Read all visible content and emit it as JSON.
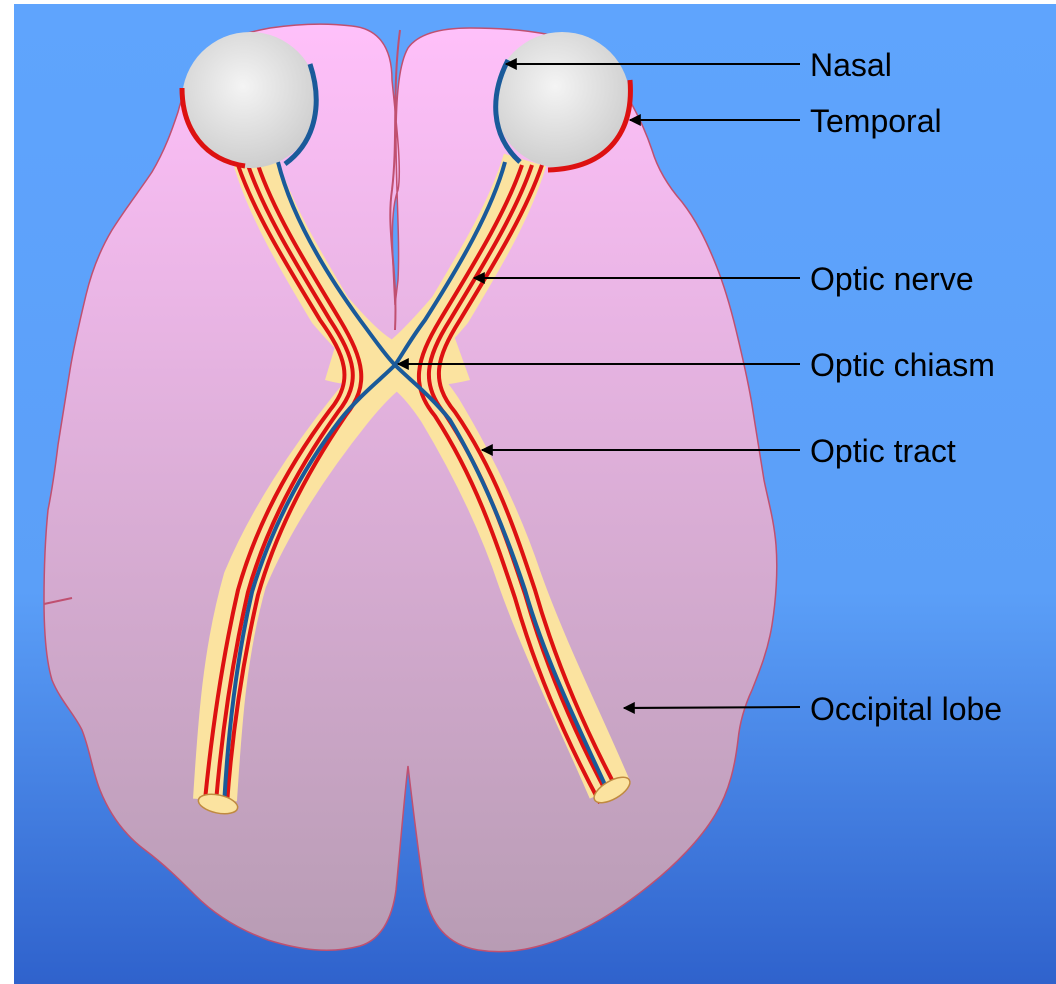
{
  "labels": {
    "nasal": "Nasal",
    "temporal": "Temporal",
    "optic_nerve": "Optic nerve",
    "optic_chiasm": "Optic chiasm",
    "optic_tract": "Optic tract",
    "occipital_lobe": "Occipital lobe"
  },
  "colors": {
    "background_top": "#5fa4fd",
    "background_bottom": "#2f62cc",
    "brain_top": "#ffc0fa",
    "brain_bottom": "#b89cb4",
    "brain_outline": "#c05070",
    "nerve_fill": "#fbe3a0",
    "temporal_fiber": "#dd1111",
    "nasal_fiber": "#1a5a9a",
    "eyeball": "#d6d6d6",
    "pointer": "#000000"
  }
}
